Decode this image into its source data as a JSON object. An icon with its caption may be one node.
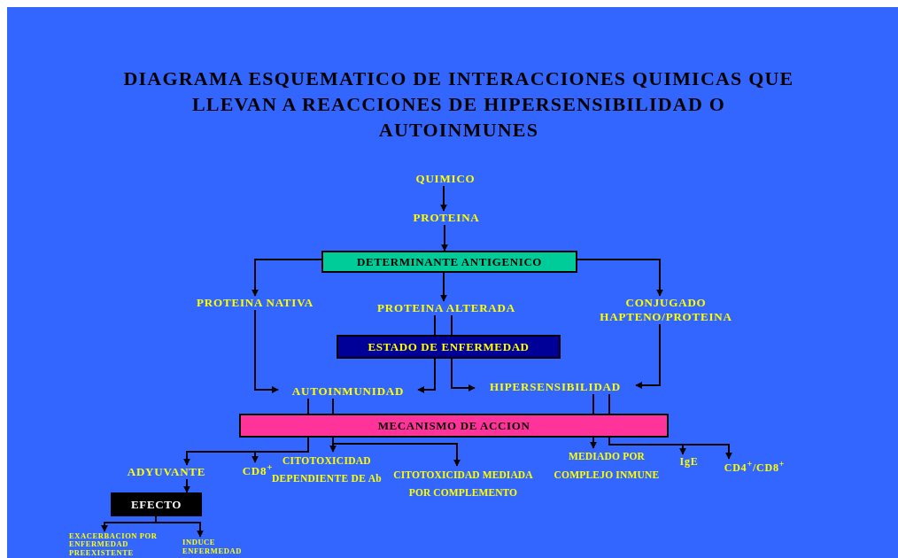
{
  "diagram": {
    "title": "DIAGRAMA ESQUEMATICO DE INTERACCIONES QUIMICAS QUE LLEVAN A REACCIONES DE HIPERSENSIBILIDAD O AUTOINMUNES",
    "nodes": [
      {
        "text": [
          "QUIMICO"
        ]
      },
      {
        "text": [
          "PROTEINA"
        ]
      },
      {
        "text": [
          "DETERMINANTE ANTIGENICO"
        ]
      },
      {
        "text": [
          "PROTEINA NATIVA"
        ]
      },
      {
        "text": [
          "PROTEINA ALTERADA"
        ]
      },
      {
        "text": [
          "CONJUGADO HAPTENO/PROTEINA"
        ]
      },
      {
        "text": [
          "ESTADO DE ENFERMEDAD"
        ]
      },
      {
        "text": [
          "AUTOINMUNIDAD"
        ]
      },
      {
        "text": [
          "HIPERSENSIBILIDAD"
        ]
      },
      {
        "text": [
          "MECANISMO DE ACCION"
        ]
      },
      {
        "text": [
          "ADYUVANTE"
        ]
      },
      {
        "text": [
          "CD8$^{+}$"
        ]
      },
      {
        "text": [
          "CITOTOXICIDAD DEPENDIENTE DE Ab"
        ]
      },
      {
        "text": [
          "CITOTOXICIDAD MEDIADA POR COMPLEMENTO"
        ]
      },
      {
        "text": [
          "MEDIADO POR COMPLEJO INMUNE"
        ]
      },
      {
        "text": [
          "IgE"
        ]
      },
      {
        "text": [
          "CD4$^{+}$/CD8$^{+}$"
        ]
      },
      {
        "text": [
          "EFECTO"
        ]
      },
      {
        "text": [
          "EXACERBACION POR ENFERMEDAD PREEXISTENTE"
        ]
      },
      {
        "text": [
          "INDUCE ENFERMEDAD"
        ]
      }
    ],
    "edges": [
      {
        "from": 0,
        "to": 1,
        "arrow": "to"
      },
      {
        "from": 1,
        "to": 2,
        "arrow": "to"
      },
      {
        "from": 2,
        "to": 3,
        "arrow": "to"
      },
      {
        "from": 2,
        "to": 4,
        "arrow": "to"
      },
      {
        "from": 2,
        "to": 5,
        "arrow": "to"
      },
      {
        "from": 4,
        "to": 6,
        "arrow": "none"
      },
      {
        "from": 4,
        "to": 6,
        "arrow": "none"
      },
      {
        "from": 6,
        "to": 7,
        "arrow": "to"
      },
      {
        "from": 6,
        "to": 8,
        "arrow": "to"
      },
      {
        "from": 3,
        "to": 7,
        "arrow": "to"
      },
      {
        "from": 5,
        "to": 8,
        "arrow": "to"
      },
      {
        "from": 7,
        "to": 9,
        "arrow": "none"
      },
      {
        "from": 7,
        "to": 9,
        "arrow": "none"
      },
      {
        "from": 8,
        "to": 9,
        "arrow": "none"
      },
      {
        "from": 8,
        "to": 9,
        "arrow": "none"
      },
      {
        "from": 9,
        "to": 10,
        "arrow": "to"
      },
      {
        "from": 9,
        "to": 11,
        "arrow": "to"
      },
      {
        "from": 9,
        "to": 12,
        "arrow": "to"
      },
      {
        "from": 9,
        "to": 13,
        "arrow": "to"
      },
      {
        "from": 9,
        "to": 14,
        "arrow": "to"
      },
      {
        "from": 9,
        "to": 15,
        "arrow": "to"
      },
      {
        "from": 9,
        "to": 16,
        "arrow": "to"
      },
      {
        "from": 10,
        "to": 17,
        "arrow": "to"
      },
      {
        "from": 17,
        "to": 18,
        "arrow": "to"
      },
      {
        "from": 17,
        "to": 19,
        "arrow": "to"
      }
    ]
  }
}
